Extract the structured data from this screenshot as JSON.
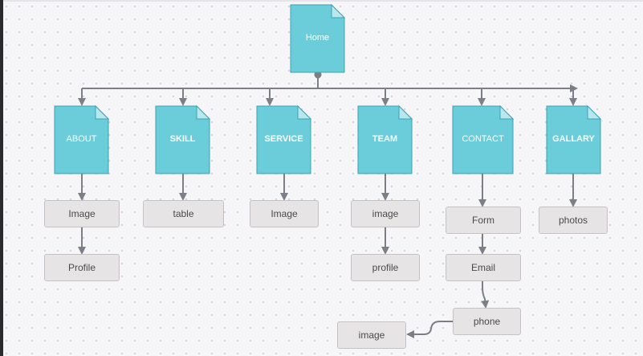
{
  "colors": {
    "node_fill": "#6acdd9",
    "node_stroke": "#3aa4b3",
    "node_fold": "#b8e8ee",
    "box_fill": "#e7e4e5",
    "connector": "#7d7f86",
    "background": "#f6f6f8"
  },
  "nodes": {
    "home": "Home",
    "about": "ABOUT",
    "skill": "SKILL",
    "service": "SERVICE",
    "team": "TEAM",
    "contact": "CONTACT",
    "gallary": "GALLARY"
  },
  "boxes": {
    "about_image": "Image",
    "about_profile": "Profile",
    "skill_table": "table",
    "service_image": "Image",
    "team_image": "image",
    "team_profile": "profile",
    "contact_form": "Form",
    "contact_email": "Email",
    "contact_phone": "phone",
    "contact_image": "image",
    "gallary_photos": "photos"
  }
}
